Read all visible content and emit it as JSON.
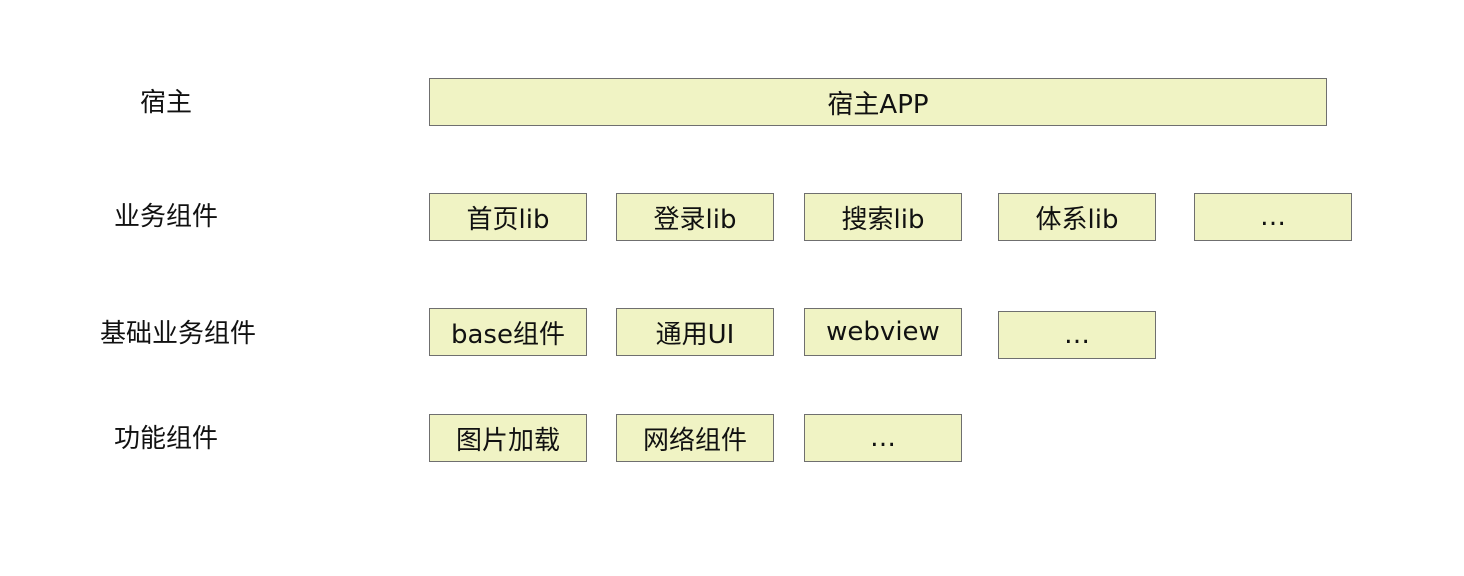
{
  "rows": [
    {
      "label": "宿主",
      "boxes": [
        "宿主APP"
      ]
    },
    {
      "label": "业务组件",
      "boxes": [
        "首页lib",
        "登录lib",
        "搜索lib",
        "体系lib",
        "…"
      ]
    },
    {
      "label": "基础业务组件",
      "boxes": [
        "base组件",
        "通用UI",
        "webview",
        "…"
      ]
    },
    {
      "label": "功能组件",
      "boxes": [
        "图片加载",
        "网络组件",
        "…"
      ]
    }
  ],
  "colors": {
    "box_fill": "#f0f3c4",
    "box_border": "#6f6f6f",
    "text": "#111111"
  }
}
